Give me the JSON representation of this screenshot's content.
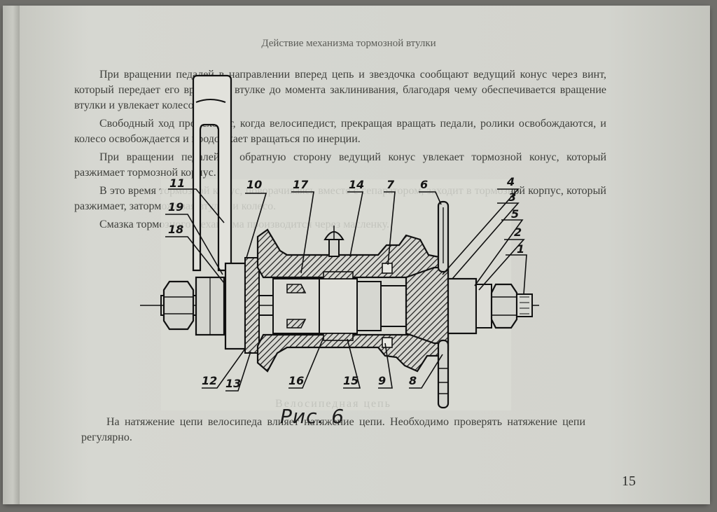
{
  "page": {
    "running_head": "Действие механизма тормозной втулки",
    "page_number": "15",
    "paragraphs": [
      "При вращении педалей в направлении вперед цепь и звездочка сообщают ведущий конус через винт, который передает его вращение втулке до момента заклинивания, благодаря чему обеспечивается вращение втулки и увлекает колесо вперед.",
      "Свободный ход происходит, когда велосипедист, прекращая вращать педали, ролики освобождаются, и колесо освобождается и продолжает вращаться по инерции.",
      "При вращении педалей в обратную сторону ведущий конус увлекает тормозной конус, который разжимает тормозной корпус.",
      "В это время тормозной конус, поворачиваясь вместе с сепаратором, заходит в тормозной корпус, который разжимает, заторможивая втулку и колесо.",
      "Смазка тормозного механизма производится через масленку."
    ],
    "section_title": "Велосипедная цепь",
    "lower_paragraph": "На натяжение цепи велосипеда влияет натяжение цепи. Необходимо проверять натяжение цепи регулярно."
  },
  "figure": {
    "caption": "Рис. 6",
    "callouts": [
      "11",
      "10",
      "17",
      "14",
      "7",
      "6",
      "4",
      "3",
      "5",
      "2",
      "1",
      "19",
      "18",
      "12",
      "13",
      "16",
      "15",
      "9",
      "8"
    ]
  }
}
